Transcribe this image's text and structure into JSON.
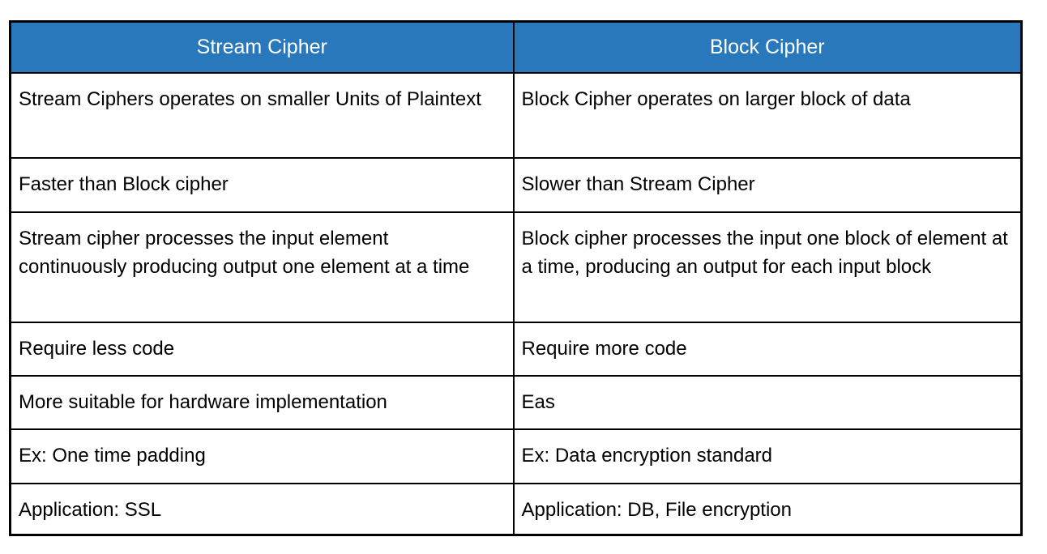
{
  "table": {
    "title": "Stream Cipher vs Block Cipher comparison",
    "colors": {
      "header_background": "#2878BB",
      "header_text": "#FFFFFF",
      "body_text": "#000000",
      "border": "#000000"
    },
    "headers": {
      "stream": "Stream Cipher",
      "block": "Block Cipher"
    },
    "rows": [
      {
        "stream": "Stream Ciphers operates on smaller Units of Plaintext",
        "block": "Block Cipher operates on larger block of data"
      },
      {
        "stream": "Faster than Block cipher",
        "block": "Slower than Stream Cipher"
      },
      {
        "stream": "Stream cipher processes the input element continuously producing output one element at a time",
        "block": "Block cipher processes the input one block of element at a time, producing an output for each input block"
      },
      {
        "stream": "Require less code",
        "block": "Require more code"
      },
      {
        "stream": "More suitable for hardware implementation",
        "block": "Eas"
      },
      {
        "stream": "Ex: One time padding",
        "block": "Ex: Data encryption standard"
      },
      {
        "stream": "Application: SSL",
        "block": "Application: DB, File encryption"
      }
    ]
  }
}
